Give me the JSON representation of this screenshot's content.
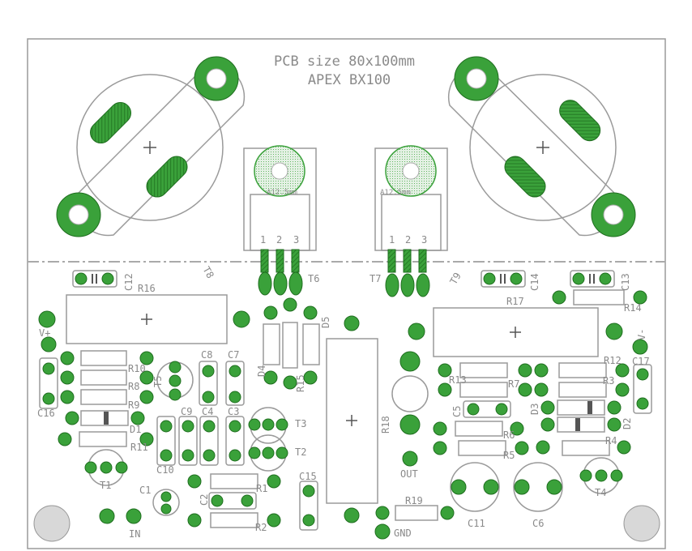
{
  "header": {
    "line1": "PCB size 80x100mm",
    "line2": "APEX BX100"
  },
  "pot_label": "A12.5mm",
  "pin_numbers": [
    "1",
    "2",
    "3"
  ],
  "labels": {
    "C12": "C12",
    "T8": "T8",
    "R16": "R16",
    "T6": "T6",
    "T7": "T7",
    "T9": "T9",
    "C14": "C14",
    "C13": "C13",
    "R14": "R14",
    "R17": "R17",
    "V_plus": "V+",
    "V_minus": "V-",
    "D4": "D4",
    "D5": "D5",
    "R15": "R15",
    "C8": "C8",
    "C7": "C7",
    "R10": "R10",
    "R8": "R8",
    "R9": "R9",
    "T5": "T5",
    "C16": "C16",
    "D1": "D1",
    "R11": "R11",
    "T1": "T1",
    "C9": "C9",
    "C4": "C4",
    "C3": "C3",
    "C10": "C10",
    "T3": "T3",
    "T2": "T2",
    "R18": "R18",
    "OUT": "OUT",
    "R12": "R12",
    "R13": "R13",
    "R7": "R7",
    "R3": "R3",
    "C17": "C17",
    "C5": "C5",
    "D3": "D3",
    "D2": "D2",
    "R6": "R6",
    "R5": "R5",
    "R4": "R4",
    "C15": "C15",
    "C1": "C1",
    "R1": "R1",
    "C2": "C2",
    "R2": "R2",
    "R19": "R19",
    "GND": "GND",
    "IN": "IN",
    "C11": "C11",
    "C6": "C6",
    "T4": "T4"
  },
  "colors": {
    "pad": "#3aa13a",
    "pad_dark": "#1f6e1f",
    "silk": "#a8a8a8",
    "pot": "#d9ecd9"
  }
}
